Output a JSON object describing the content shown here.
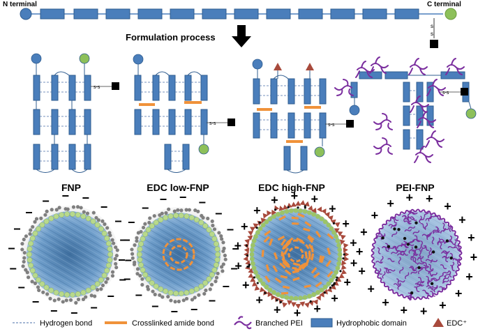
{
  "top": {
    "n_label": "N terminal",
    "c_label": "C terminal",
    "process_label": "Formulation process",
    "disulfide": "s"
  },
  "panels": [
    {
      "id": "fnp",
      "title": "FNP",
      "charge": "−"
    },
    {
      "id": "edc-low",
      "title": "EDC low-FNP",
      "charge": "−"
    },
    {
      "id": "edc-high",
      "title": "EDC high-FNP",
      "charge": "+"
    },
    {
      "id": "pei",
      "title": "PEI-FNP",
      "charge": "+"
    }
  ],
  "legend": [
    {
      "id": "hydrogen-bond",
      "label": "Hydrogen bond"
    },
    {
      "id": "crosslinked-amide-bond",
      "label": "Crosslinked amide bond"
    },
    {
      "id": "branched-pei",
      "label": "Branched PEI"
    },
    {
      "id": "hydrophobic-domain",
      "label": "Hydrophobic domain"
    },
    {
      "id": "edc",
      "label": "EDC⁺"
    }
  ],
  "colors": {
    "domain_fill": "#4a7ebb",
    "domain_stroke": "#2f5c8f",
    "n_terminal": "#4a7ebb",
    "c_terminal": "#8dc05a",
    "crosslink": "#f0923a",
    "pei": "#7a2d9e",
    "edc": "#a84a3c",
    "hbond": "#4a6fa8",
    "text": "#000000"
  }
}
